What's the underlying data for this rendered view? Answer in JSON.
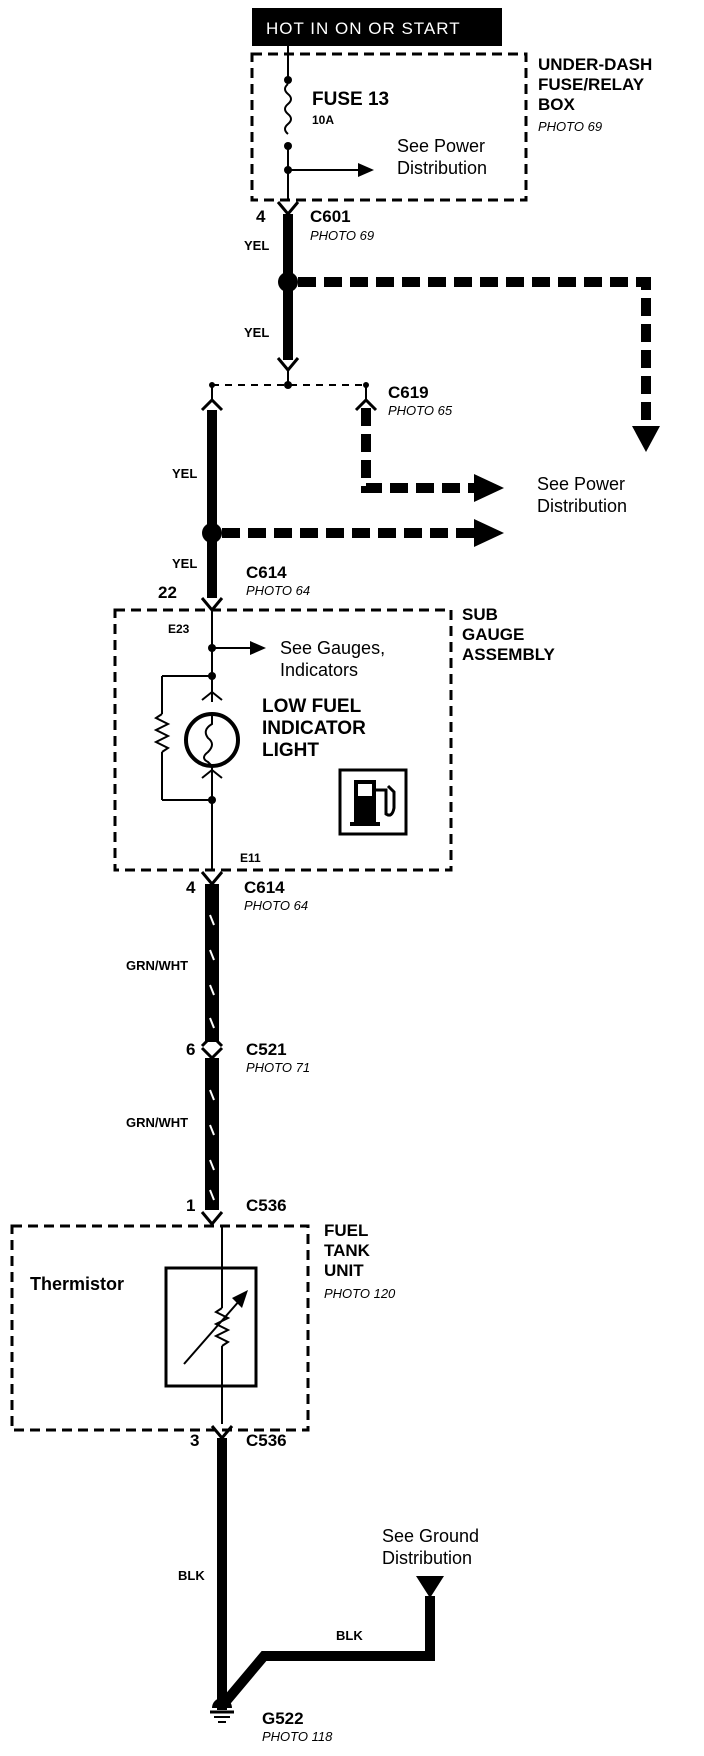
{
  "power_source": "HOT IN ON OR START",
  "fuse_box": {
    "name": "UNDER-DASH\nFUSE/RELAY\nBOX",
    "photo": "PHOTO 69",
    "fuse_name": "FUSE 13",
    "fuse_rating": "10A",
    "see_power": "See Power\nDistribution"
  },
  "connectors": {
    "c601": {
      "pin": "4",
      "name": "C601",
      "photo": "PHOTO 69"
    },
    "c619": {
      "name": "C619",
      "photo": "PHOTO 65"
    },
    "c614_top": {
      "pin": "22",
      "name": "C614",
      "photo": "PHOTO 64"
    },
    "c614_bot": {
      "pin": "4",
      "name": "C614",
      "photo": "PHOTO 64"
    },
    "c521": {
      "pin": "6",
      "name": "C521",
      "photo": "PHOTO 71"
    },
    "c536_top": {
      "pin": "1",
      "name": "C536"
    },
    "c536_bot": {
      "pin": "3",
      "name": "C536"
    }
  },
  "wires": {
    "yel1": "YEL",
    "yel2": "YEL",
    "yel3": "YEL",
    "yel4": "YEL",
    "grnwht1": "GRN/WHT",
    "grnwht2": "GRN/WHT",
    "blk1": "BLK",
    "blk2": "BLK"
  },
  "see_power_2": "See Power\nDistribution",
  "gauge": {
    "name": "SUB\nGAUGE\nASSEMBLY",
    "e23": "E23",
    "e11": "E11",
    "see_gauges": "See Gauges,\nIndicators",
    "light_label": "LOW FUEL\nINDICATOR\nLIGHT",
    "icon": "fuel-pump-icon"
  },
  "fuel_tank": {
    "name": "FUEL\nTANK\nUNIT",
    "photo": "PHOTO 120",
    "thermistor": "Thermistor"
  },
  "ground": {
    "see": "See Ground\nDistribution",
    "name": "G522",
    "photo": "PHOTO 118"
  }
}
